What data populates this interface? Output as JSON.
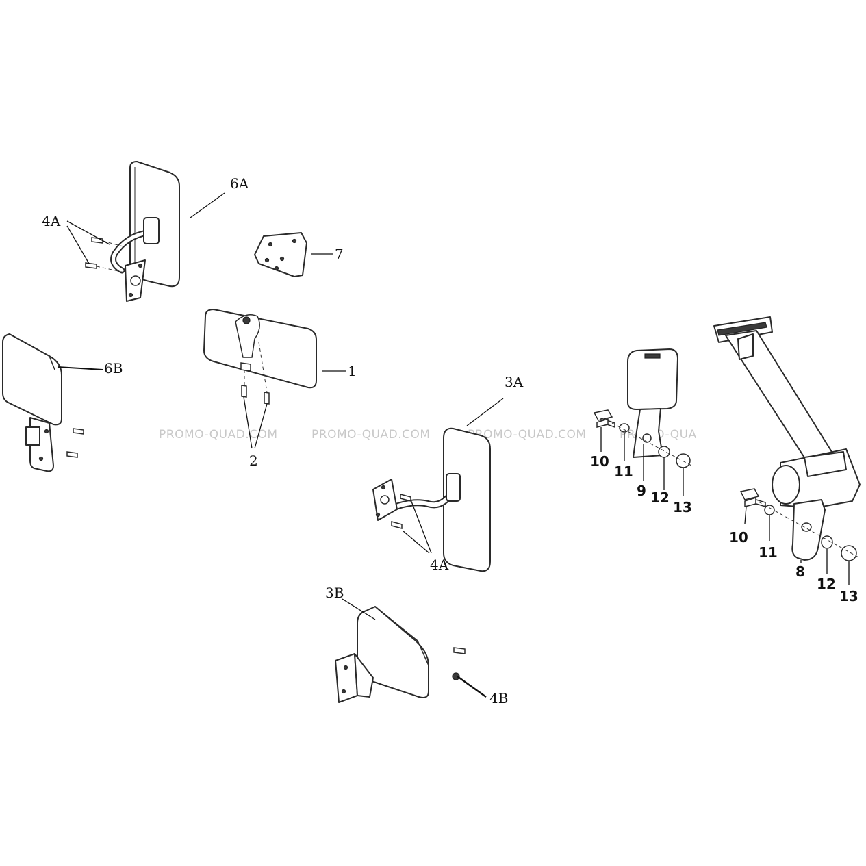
{
  "labels": {
    "l1": "1",
    "l2": "2",
    "l3a": "3A",
    "l3b": "3B",
    "l4a_top": "4A",
    "l4a_mid": "4A",
    "l4b": "4B",
    "l6a": "6A",
    "l6b": "6B",
    "l7": "7",
    "l8": "8",
    "l9": "9",
    "l10_upper": "10",
    "l11_upper": "11",
    "l12_upper": "12",
    "l13_upper": "13",
    "l10_lower": "10",
    "l11_lower": "11",
    "l12_lower": "12",
    "l13_lower": "13"
  },
  "watermark": {
    "w1": "PROMO-QUAD.COM",
    "w2": "PROMO-QUAD.COM",
    "w3": "PROMO-QUAD.COM",
    "w4": "PROMO-QUA"
  }
}
